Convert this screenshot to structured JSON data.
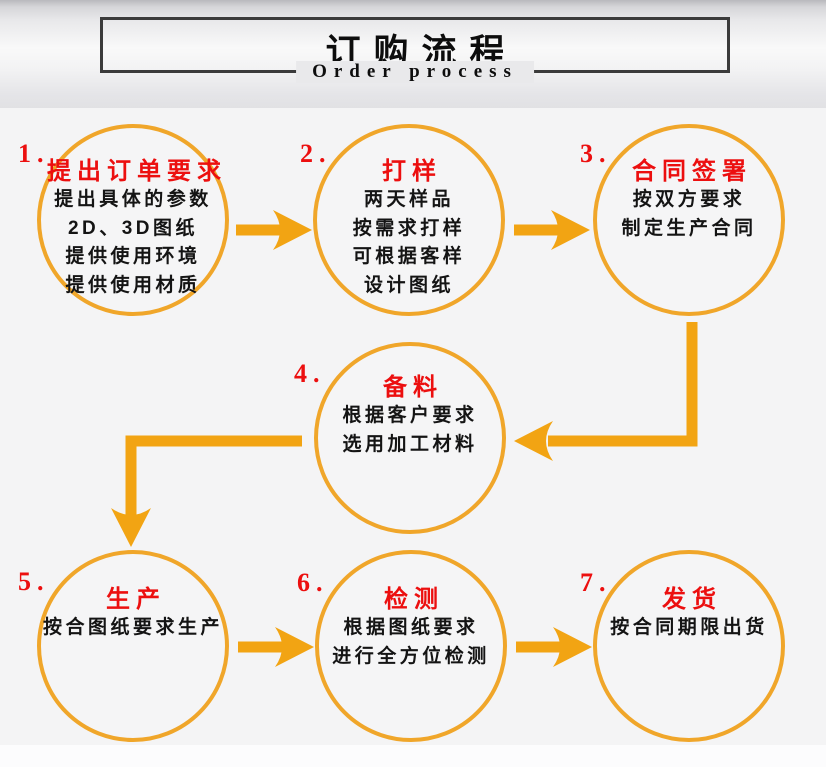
{
  "header": {
    "title": "订购流程",
    "subtitle": "Order process"
  },
  "colors": {
    "accent": "#F2A413",
    "ring": "#F0A62A",
    "red": "#EC0F0F",
    "ink": "#141414"
  },
  "nodes": [
    {
      "number": "1.",
      "title": "提出订单要求",
      "lines": [
        "提出具体的参数",
        "2D、3D图纸",
        "提供使用环境",
        "提供使用材质"
      ]
    },
    {
      "number": "2.",
      "title": "打样",
      "lines": [
        "两天样品",
        "按需求打样",
        "可根据客样",
        "设计图纸"
      ]
    },
    {
      "number": "3.",
      "title": "合同签署",
      "lines": [
        "按双方要求",
        "制定生产合同"
      ]
    },
    {
      "number": "4.",
      "title": "备料",
      "lines": [
        "根据客户要求",
        "选用加工材料"
      ]
    },
    {
      "number": "5.",
      "title": "生产",
      "lines": [
        "按合图纸要求生产"
      ]
    },
    {
      "number": "6.",
      "title": "检测",
      "lines": [
        "根据图纸要求",
        "进行全方位检测"
      ]
    },
    {
      "number": "7.",
      "title": "发货",
      "lines": [
        "按合同期限出货"
      ]
    }
  ]
}
